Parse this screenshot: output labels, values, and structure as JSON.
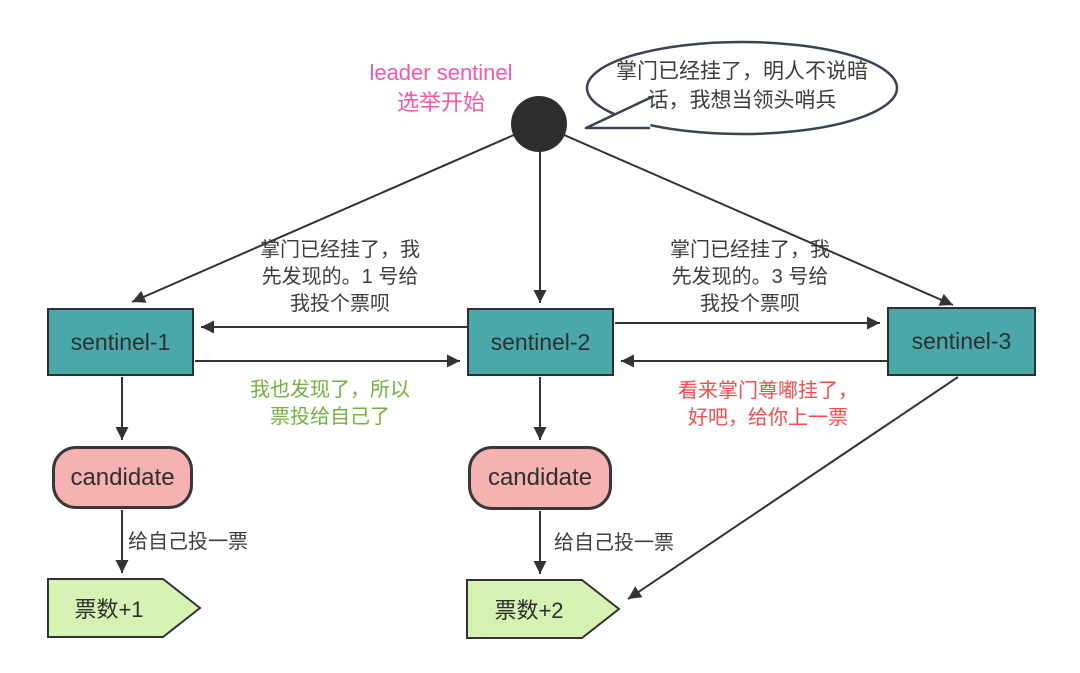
{
  "colors": {
    "node_teal": "#4BA8AA",
    "candidate_pink": "#F5B2B0",
    "votes_green": "#D6F2B3",
    "title_pink": "#FA55A9",
    "green_text": "#74B23F",
    "red_text": "#FA4B4B",
    "line_dark": "#333333",
    "bubble_stroke": "#3A4353"
  },
  "title_note": {
    "line1": "leader sentinel",
    "line2": "选举开始"
  },
  "speech_bubble": {
    "line1": "掌门已经挂了，明人不说暗",
    "line2": "话，我想当领头哨兵"
  },
  "nodes": {
    "sentinel1": {
      "label": "sentinel-1"
    },
    "sentinel2": {
      "label": "sentinel-2"
    },
    "sentinel3": {
      "label": "sentinel-3"
    },
    "candidate1": {
      "label": "candidate"
    },
    "candidate2": {
      "label": "candidate"
    },
    "votes1": {
      "label": "票数+1"
    },
    "votes2": {
      "label": "票数+2"
    }
  },
  "edge_labels": {
    "ask_s1": {
      "line1": "掌门已经挂了，我",
      "line2": "先发现的。1 号给",
      "line3": "我投个票呗"
    },
    "ask_s3": {
      "line1": "掌门已经挂了，我",
      "line2": "先发现的。3 号给",
      "line3": "我投个票呗"
    },
    "reply_green": {
      "line1": "我也发现了，所以",
      "line2": "票投给自己了"
    },
    "reply_red": {
      "line1": "看来掌门尊嘟挂了，",
      "line2": "好吧，给你上一票"
    },
    "self_vote_1": "给自己投一票",
    "self_vote_2": "给自己投一票"
  }
}
